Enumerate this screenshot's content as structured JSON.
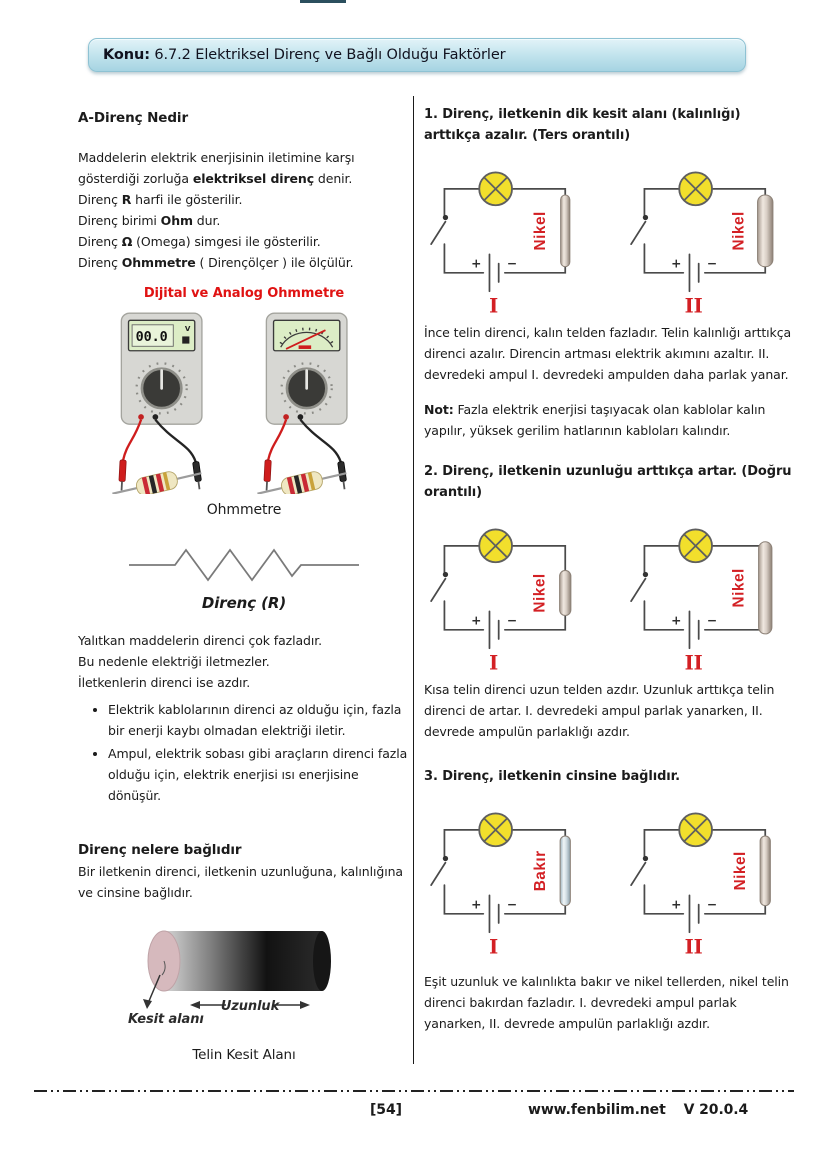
{
  "header": {
    "label": "Konu:",
    "title": " 6.7.2 Elektriksel Direnç ve Bağlı Olduğu Faktörler"
  },
  "left": {
    "heading": "A-Direnç Nedir",
    "intro": [
      {
        "pre": "Maddelerin elektrik enerjisinin iletimine karşı gösterdiği zorluğa ",
        "bold": "elektriksel direnç",
        "post": " denir."
      },
      {
        "pre": "Direnç ",
        "bold": "R",
        "post": " harfi ile gösterilir."
      },
      {
        "pre": "Direnç birimi ",
        "bold": "Ohm",
        "post": " dur."
      },
      {
        "pre": "Direnç ",
        "bold": "Ω",
        "post": " (Omega) simgesi ile gösterilir."
      },
      {
        "pre": "Direnç ",
        "bold": "Ohmmetre",
        "post": " ( Dirençölçer ) ile ölçülür."
      }
    ],
    "meter_caption_red": "Dijital ve Analog Ohmmetre",
    "meter_display": "00.0",
    "meter_v": "V",
    "meter_caption": "Ohmmetre",
    "resistor_symbol_label": "Direnç (R)",
    "para2": [
      "Yalıtkan maddelerin direnci çok fazladır.",
      "Bu nedenle elektriği iletmezler.",
      "İletkenlerin direnci ise azdır."
    ],
    "bullets": [
      "Elektrik kablolarının direnci az olduğu için, fazla bir enerji kaybı olmadan elektriği iletir.",
      "Ampul, elektrik sobası gibi araçların direnci fazla olduğu için, elektrik enerjisi ısı enerjisine dönüşür."
    ],
    "heading2": "Direnç nelere bağlıdır",
    "para3": "Bir iletkenin direnci, iletkenin uzunluğuna, kalınlığına ve cinsine bağlıdır.",
    "cyl_label_cross": "Kesit alanı",
    "cyl_label_length": "Uzunluk",
    "cyl_caption": "Telin Kesit Alanı"
  },
  "right": {
    "battery_plus": "+",
    "battery_minus": "−",
    "sections": [
      {
        "heading": "1. Direnç, iletkenin dik kesit alanı (kalınlığı) arttıkça azalır. (Ters orantılı)",
        "circuits": [
          {
            "wire": "Nikel",
            "numeral": "I"
          },
          {
            "wire": "Nikel",
            "numeral": "II"
          }
        ],
        "body": "İnce telin direnci, kalın telden fazladır. Telin kalınlığı arttıkça direnci azalır. Direncin artması elektrik akımını azaltır. II. devredeki ampul I. devredeki ampulden daha parlak yanar.",
        "note_bold": "Not:",
        "note": " Fazla elektrik enerjisi taşıyacak olan kablolar kalın yapılır, yüksek gerilim hatlarının kabloları kalındır."
      },
      {
        "heading": "2. Direnç, iletkenin uzunluğu arttıkça artar. (Doğru orantılı)",
        "circuits": [
          {
            "wire": "Nikel",
            "numeral": "I"
          },
          {
            "wire": "Nikel",
            "numeral": "II"
          }
        ],
        "body": "Kısa telin direnci uzun telden azdır. Uzunluk arttıkça telin direnci de artar. I. devredeki ampul parlak yanarken, II. devrede ampulün parlaklığı azdır."
      },
      {
        "heading": "3. Direnç, iletkenin cinsine bağlıdır.",
        "circuits": [
          {
            "wire": "Bakır",
            "numeral": "I"
          },
          {
            "wire": "Nikel",
            "numeral": "II"
          }
        ],
        "body": "Eşit uzunluk ve kalınlıkta bakır ve nikel tellerden, nikel telin direnci bakırdan fazladır. I. devredeki ampul parlak yanarken, II. devrede ampulün parlaklığı azdır."
      }
    ]
  },
  "footer": {
    "page_number": "[54]",
    "site": "www.fenbilim.net",
    "version": "V 20.0.4"
  },
  "colors": {
    "accent_red": "#e01212",
    "header_blue": "#bfe2ec",
    "lamp_yellow": "#f2df2c"
  }
}
